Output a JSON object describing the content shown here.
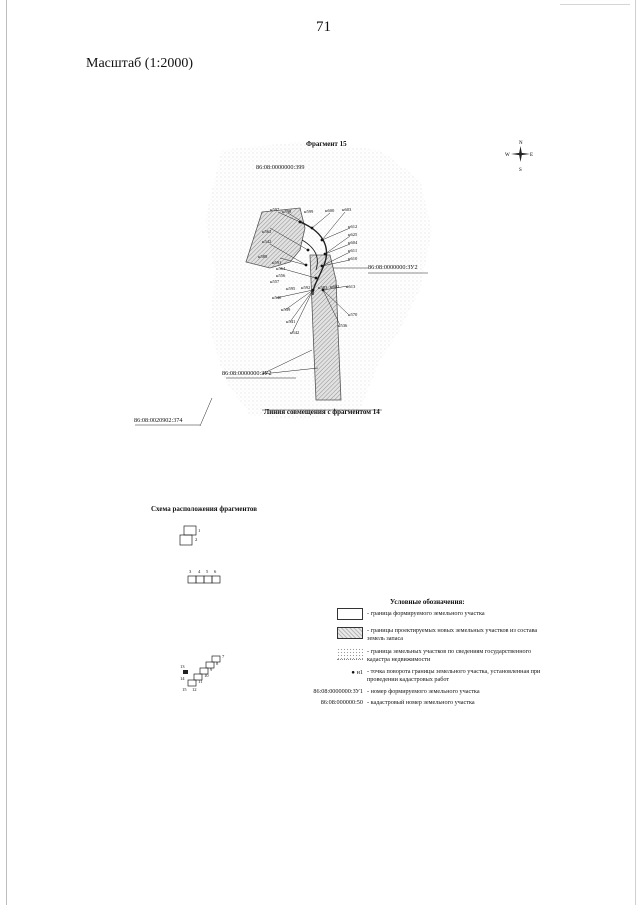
{
  "page": {
    "number": "71",
    "scale_label": "Масштаб (1:2000)"
  },
  "fragment": {
    "title": "Фрагмент 15",
    "merge_line": "Линия совмещения с фрагментом 14",
    "cadastral_labels": {
      "top": "86:08:0000000:399",
      "bottom_left": "86:08:0020902:374",
      "west_parcel": "86:08:0000000:ЗУ2",
      "east_parcel": "86:08:0000000:ЗУ2"
    },
    "point_labels": [
      "н597",
      "н598",
      "н599",
      "н600",
      "н603",
      "н612",
      "н625",
      "н604",
      "н611",
      "н588",
      "н591",
      "н562",
      "н610",
      "н564",
      "н556",
      "н557",
      "н542",
      "н595",
      "н583",
      "н613",
      "н540",
      "н539",
      "н541",
      "н570",
      "н542",
      "н536",
      "н592",
      "н602"
    ],
    "compass": {
      "n": "N",
      "s": "S",
      "w": "W",
      "e": "E"
    }
  },
  "layout_scheme": {
    "title": "Схема расположения фрагментов",
    "block_a": [
      "1",
      "2"
    ],
    "block_b": [
      "3",
      "4",
      "5",
      "6"
    ],
    "block_c": [
      "7",
      "8",
      "9",
      "10",
      "11",
      "12",
      "13",
      "14",
      "15"
    ]
  },
  "legend": {
    "title": "Условные обозначения:",
    "items": [
      {
        "code": "",
        "text": "- граница формируемого земельного участка"
      },
      {
        "code": "",
        "text": "- границы проектируемых новых земельных участков из состава земель запаса"
      },
      {
        "code": "",
        "text": "- граница земельных участков по сведениям государственного кадастра недвижимости"
      },
      {
        "code": "● н1",
        "text": "- точка поворота границы земельного участка, установленная при проведении кадастровых работ"
      },
      {
        "code": "86:08:0000000:ЗУ1",
        "text": "- номер формируемого земельного участка"
      },
      {
        "code": "86:08:000000:50",
        "text": "- кадастровый номер земельного участка"
      }
    ]
  }
}
